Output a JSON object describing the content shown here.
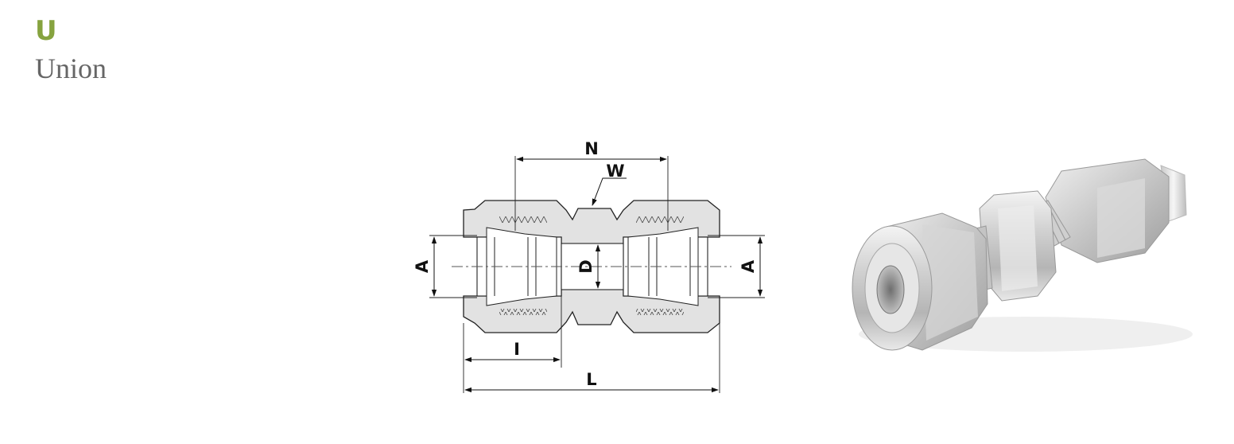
{
  "header": {
    "badge": "U",
    "title": "Union"
  },
  "diagram": {
    "labels": {
      "N": "N",
      "W": "W",
      "A_left": "A",
      "A_right": "A",
      "D": "D",
      "I": "I",
      "L": "L"
    }
  },
  "colors": {
    "accent": "#86a33f",
    "title": "#666666",
    "body_fill": "#e2e2e2",
    "line": "#222222"
  }
}
